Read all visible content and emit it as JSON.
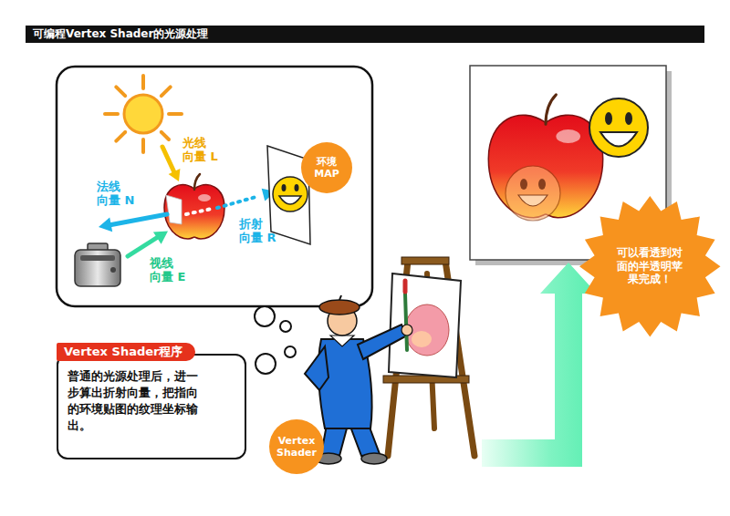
{
  "diagram": {
    "title": "可编程Vertex Shader的光源处理",
    "nodes": [
      {
        "text": [
          "环境 MAP"
        ]
      },
      {
        "text": [
          "Vertex Shader程序",
          "普通的光源处理后，进一步算出折射向量，把指向的环境贴图的纹理坐标输出。"
        ]
      },
      {
        "text": [
          "Vertex Shader"
        ]
      },
      {
        "text": [
          "可以看透到对面的半透明苹果完成！"
        ]
      }
    ],
    "labels": [
      "光线 向量 L",
      "法线 向量 N",
      "视线 向量 E",
      "折射 向量 R"
    ]
  }
}
